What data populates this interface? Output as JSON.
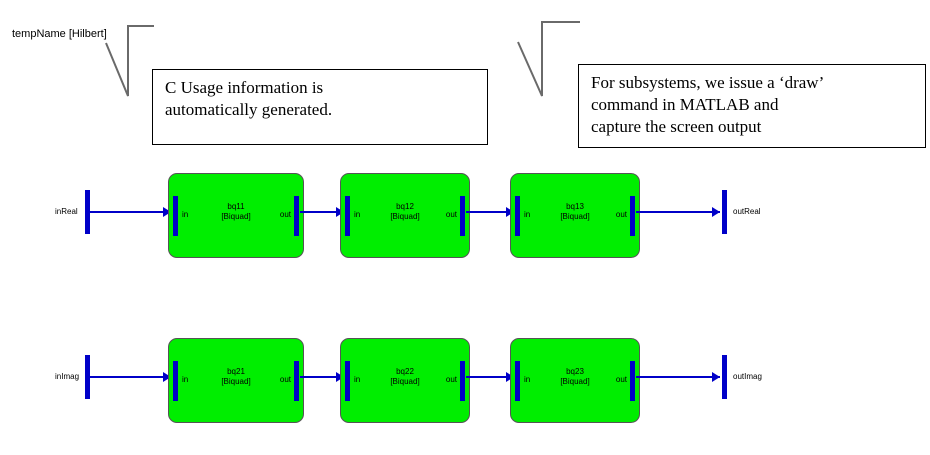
{
  "diagram": {
    "title": "tempName [Hilbert]"
  },
  "callouts": [
    {
      "id": "usage",
      "lines": [
        "C Usage information is",
        "automatically generated."
      ]
    },
    {
      "id": "subsystem",
      "lines": [
        "For subsystems, we issue a ‘draw’",
        "command in MATLAB and",
        "capture the screen output"
      ]
    }
  ],
  "ports": {
    "in_real": "inReal",
    "out_real": "outReal",
    "in_imag": "inImag",
    "out_imag": "outImag"
  },
  "port_labels": {
    "in": "in",
    "out": "out"
  },
  "blocks": {
    "row1": [
      {
        "name": "bq11",
        "type": "[Biquad]"
      },
      {
        "name": "bq12",
        "type": "[Biquad]"
      },
      {
        "name": "bq13",
        "type": "[Biquad]"
      }
    ],
    "row2": [
      {
        "name": "bq21",
        "type": "[Biquad]"
      },
      {
        "name": "bq22",
        "type": "[Biquad]"
      },
      {
        "name": "bq23",
        "type": "[Biquad]"
      }
    ]
  },
  "colors": {
    "block_fill": "#00ee00",
    "block_border": "#555555",
    "signal": "#0000c8",
    "background": "#ffffff",
    "text": "#000000"
  }
}
